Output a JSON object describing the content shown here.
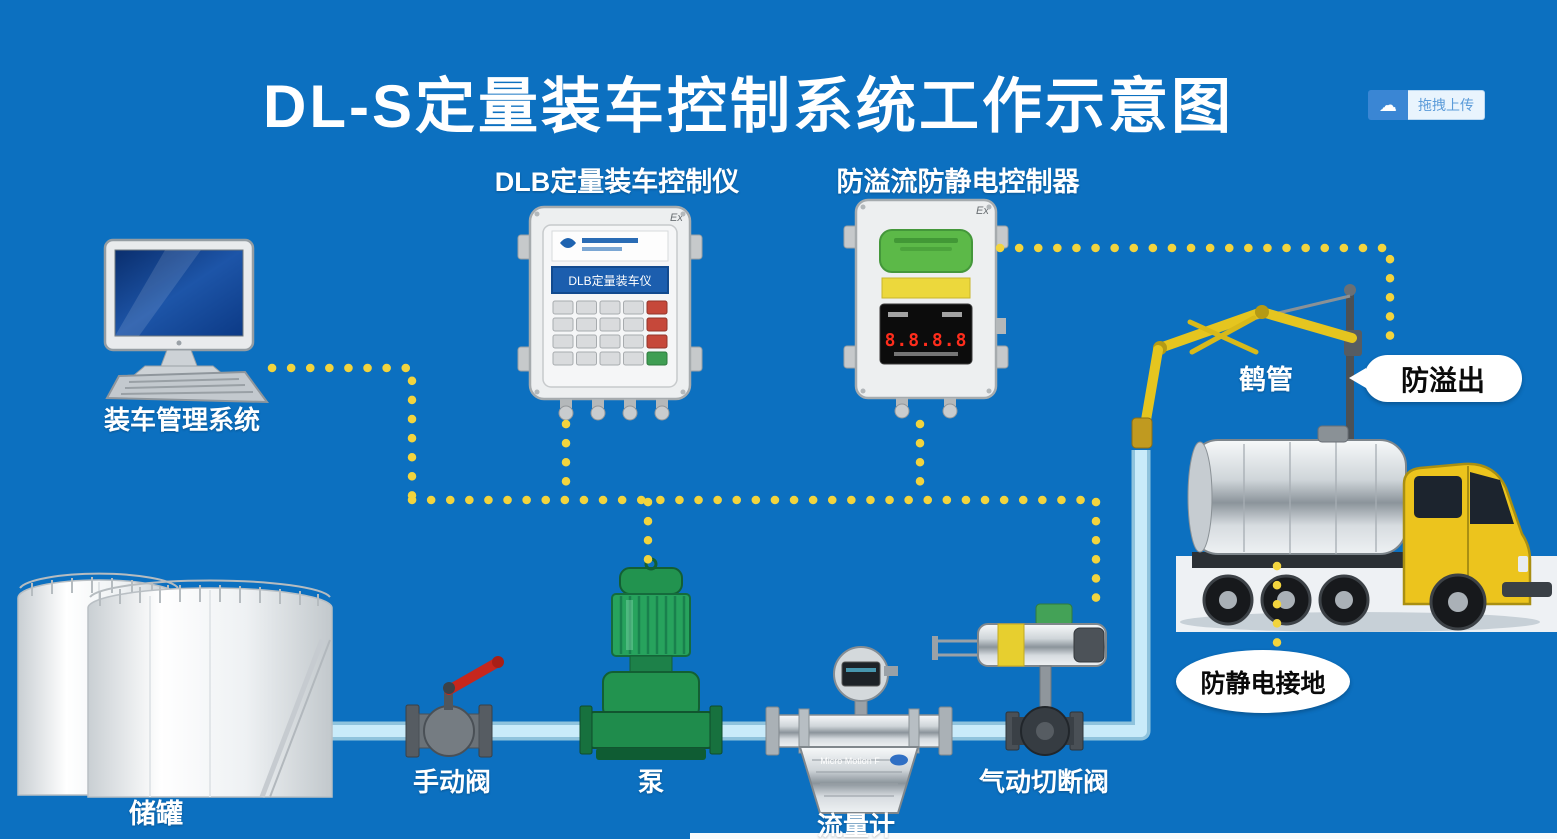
{
  "page": {
    "title": "DL-S定量装车控制系统工作示意图",
    "background": "#0c70c0"
  },
  "upload": {
    "label": "拖拽上传",
    "icon": "cloud-upload-icon"
  },
  "labels": {
    "computer": "装车管理系统",
    "dlb": "DLB定量装车控制仪",
    "overflow_controller": "防溢流防静电控制器",
    "crane_pipe": "鹤管",
    "anti_overflow": "防溢出",
    "storage_tank": "储罐",
    "manual_valve": "手动阀",
    "pump": "泵",
    "flow_meter": "流量计",
    "pneumatic_valve": "气动切断阀",
    "anti_static_ground": "防静电接地"
  },
  "devices": {
    "dlb": {
      "ex_mark": "Ex",
      "screen_text": "DLB定量装车仪"
    },
    "overflow_controller": {
      "ex_mark": "Ex",
      "display_value": "8.8.8.8"
    },
    "flow_meter": {
      "brand": "Micro Motion  F"
    }
  },
  "colors": {
    "background": "#0c70c0",
    "dotted_line": "#f2d43e",
    "pipe": "#c9ebfa",
    "pump_green": "#22934f",
    "truck_yellow": "#ecc41d",
    "callout_bg": "#ffffff"
  }
}
